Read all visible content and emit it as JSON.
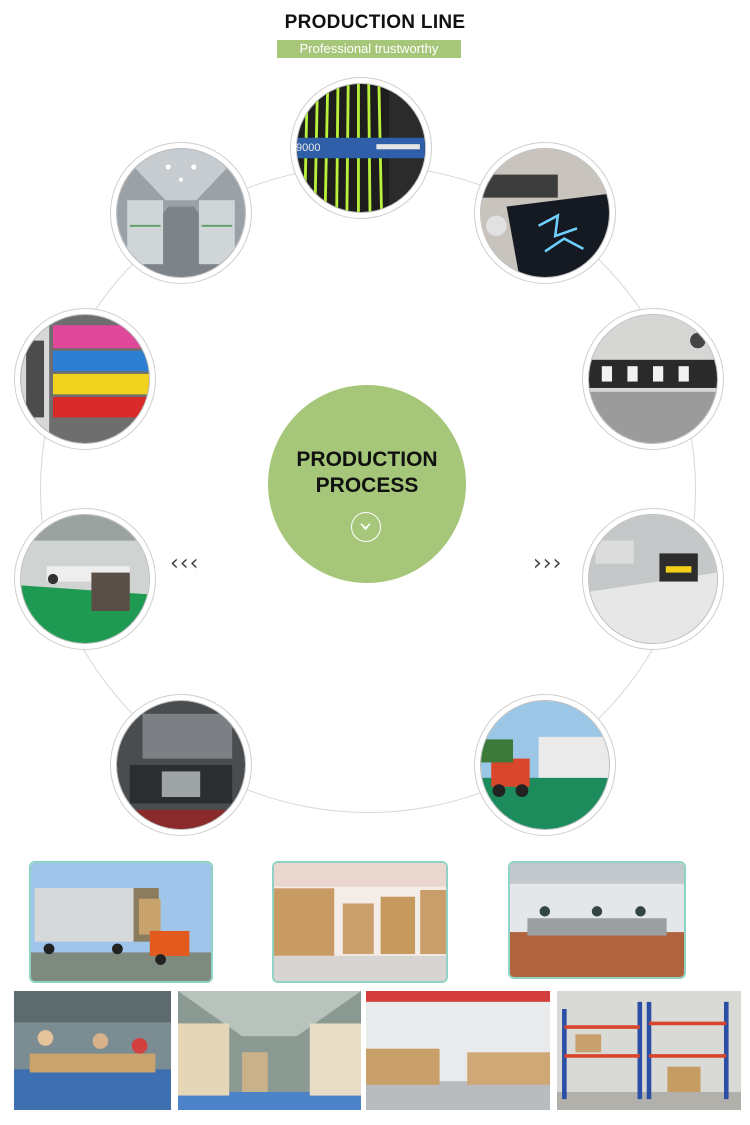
{
  "header": {
    "title": "PRODUCTION LINE",
    "subtitle": "Professional trustworthy"
  },
  "center": {
    "line1": "PRODUCTION",
    "line2": "PROCESS"
  },
  "navigation": {
    "left_arrows": "‹‹‹",
    "right_arrows": "›››"
  },
  "colors": {
    "accent_green": "#a6c77a",
    "tile_border": "#8fd3c4"
  },
  "ring_photos": {
    "loom_machine": {
      "text": "9000"
    }
  },
  "icons": {
    "center_button": "chevron-down-icon"
  }
}
